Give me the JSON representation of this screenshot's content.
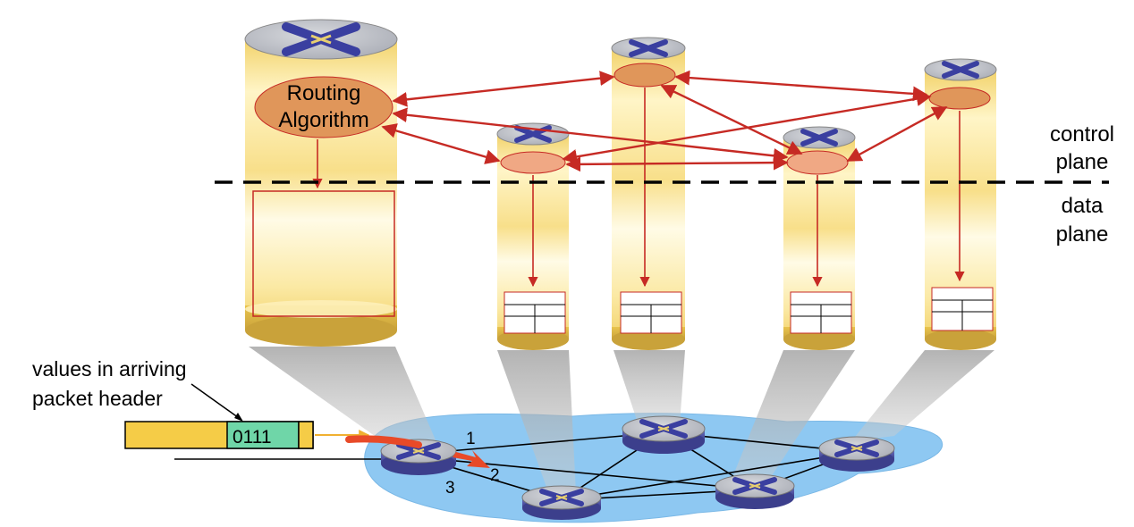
{
  "routing_label_line1": "Routing",
  "routing_label_line2": "Algorithm",
  "control_plane_line1": "control",
  "control_plane_line2": "plane",
  "data_plane_line1": "data",
  "data_plane_line2": "plane",
  "packet_note_line1": "values in arriving",
  "packet_note_line2": "packet header",
  "packet_value": "0111",
  "port_1": "1",
  "port_2": "2",
  "port_3": "3",
  "colors": {
    "cylinder_gold": "#f1d36a",
    "cylinder_cream": "#fff6c8",
    "arrow_red": "#c62a24",
    "network_blue": "#8ec8f2",
    "packet_yellow": "#f5cc47",
    "packet_green": "#6fd6a8",
    "router_grey": "#b9bcc4",
    "router_blue": "#5a5fb0"
  }
}
